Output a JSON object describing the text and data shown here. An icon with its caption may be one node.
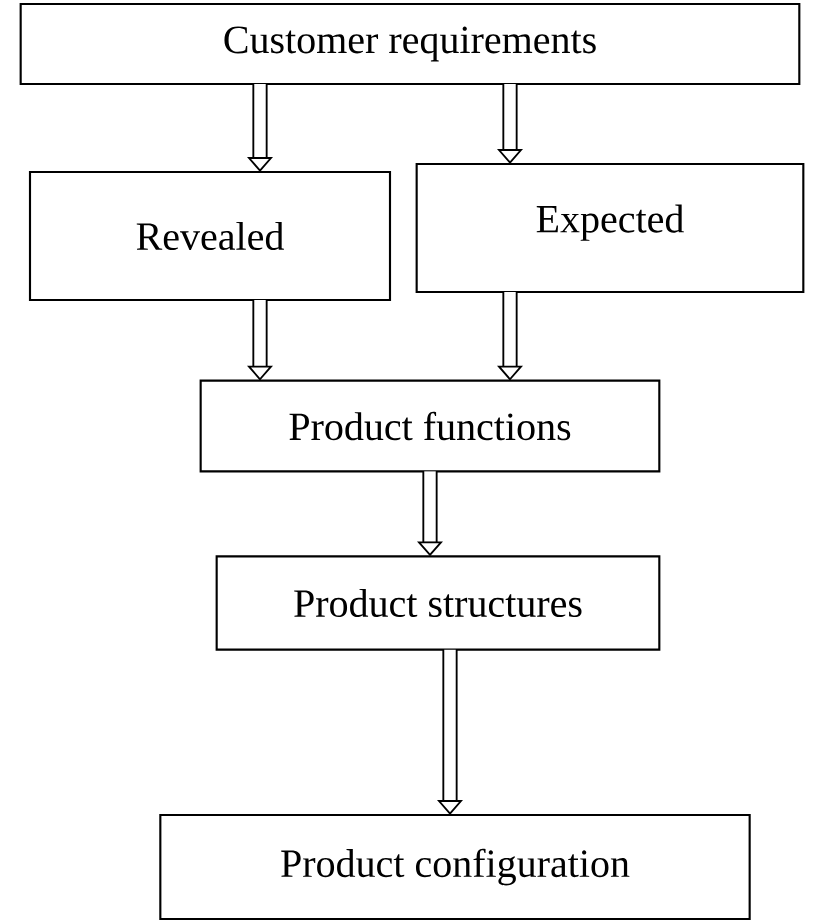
{
  "diagram": {
    "nodes": [
      {
        "text": [
          "Customer requirements"
        ]
      },
      {
        "text": [
          "Revealed"
        ]
      },
      {
        "text": [
          "Expected"
        ]
      },
      {
        "text": [
          "Product functions"
        ]
      },
      {
        "text": [
          "Product structures"
        ]
      },
      {
        "text": [
          "Product configuration"
        ]
      }
    ],
    "edges": [
      {
        "from": 0,
        "to": 1,
        "arrow": "to"
      },
      {
        "from": 0,
        "to": 2,
        "arrow": "to"
      },
      {
        "from": 1,
        "to": 3,
        "arrow": "to"
      },
      {
        "from": 2,
        "to": 3,
        "arrow": "to"
      },
      {
        "from": 3,
        "to": 4,
        "arrow": "to"
      },
      {
        "from": 4,
        "to": 5,
        "arrow": "to"
      }
    ]
  }
}
